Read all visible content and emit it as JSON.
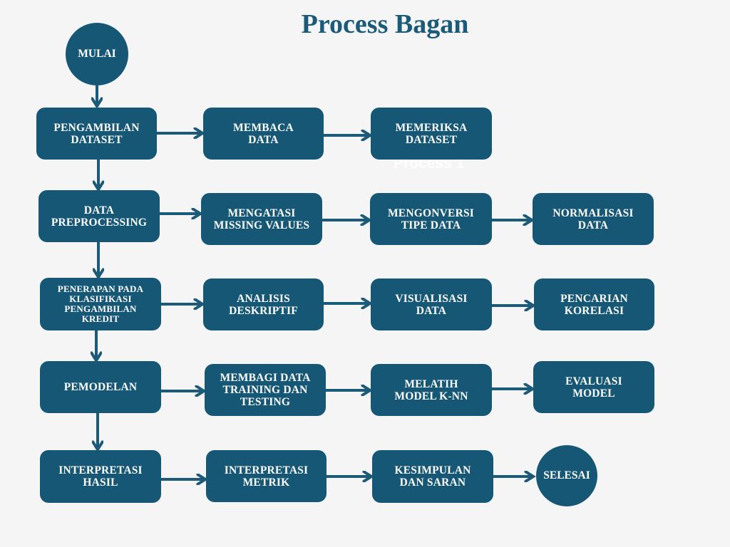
{
  "title": "Process Bagan",
  "ghost_label": "Process 1",
  "start": "MULAI",
  "end": "SELESAI",
  "rows": [
    {
      "main": "PENGAMBILAN\nDATASET",
      "steps": [
        "MEMBACA\nDATA",
        "MEMERIKSA\nDATASET"
      ]
    },
    {
      "main": "DATA\nPREPROCESSING",
      "steps": [
        "MENGATASI\nMISSING VALUES",
        "MENGONVERSI\nTIPE DATA",
        "NORMALISASI\nDATA"
      ]
    },
    {
      "main": "PENERAPAN PADA\nKLASIFIKASI\nPENGAMBILAN\nKREDIT",
      "steps": [
        "ANALISIS\nDESKRIPTIF",
        "VISUALISASI\nDATA",
        "PENCARIAN\nKORELASI"
      ]
    },
    {
      "main": "PEMODELAN",
      "steps": [
        "MEMBAGI DATA\nTRAINING DAN\nTESTING",
        "MELATIH\nMODEL K-NN",
        "EVALUASI\nMODEL"
      ]
    },
    {
      "main": "INTERPRETASI\nHASIL",
      "steps": [
        "INTERPRETASI\nMETRIK",
        "KESIMPULAN\nDAN SARAN"
      ]
    }
  ],
  "colors": {
    "node": "#155775",
    "arrow": "#1b5a78",
    "title": "#1b5a78",
    "background": "#f5f5f5"
  }
}
